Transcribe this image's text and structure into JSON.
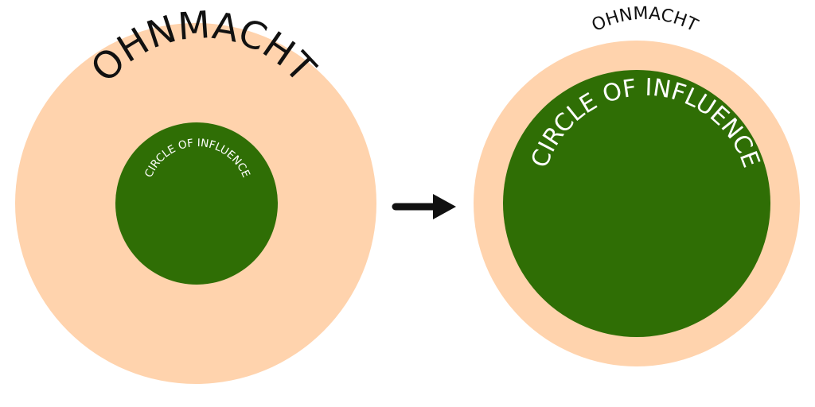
{
  "diagram": {
    "left": {
      "outer_label": "OHNMACHT",
      "inner_label": "CIRCLE OF INFLUENCE"
    },
    "right": {
      "outer_label": "OHNMACHT",
      "inner_label": "CIRCLE OF INFLUENCE"
    },
    "colors": {
      "outer_circle": "#ffd3ad",
      "inner_circle": "#2f6e05",
      "dark_text": "#111111",
      "light_text": "#ffffff",
      "arrow": "#111111"
    },
    "arrow_icon": "arrow-right-icon"
  }
}
